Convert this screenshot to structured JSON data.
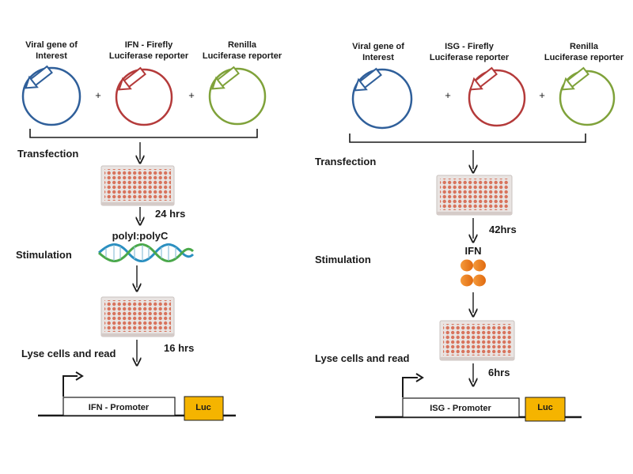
{
  "left_panel": {
    "plasmids": [
      {
        "label_line1": "Viral gene of",
        "label_line2": "Interest",
        "color": "#2f5f9a"
      },
      {
        "label_line1": "IFN - Firefly",
        "label_line2": "Luciferase reporter",
        "color": "#b43a3a"
      },
      {
        "label_line1": "Renilla",
        "label_line2": "Luciferase reporter",
        "color": "#7fa23a"
      }
    ],
    "plus_signs": [
      "+",
      "+"
    ],
    "transfection_label": "Transfection",
    "time_1": "24 hrs",
    "stimulant_label": "polyI:polyC",
    "stimulation_label": "Stimulation",
    "lyse_label": "Lyse cells and read",
    "time_2": "16 hrs",
    "promoter_label": "IFN - Promoter",
    "luc_label": "Luc"
  },
  "right_panel": {
    "plasmids": [
      {
        "label_line1": "Viral gene of",
        "label_line2": "Interest",
        "color": "#2f5f9a"
      },
      {
        "label_line1": "ISG - Firefly",
        "label_line2": "Luciferase reporter",
        "color": "#b43a3a"
      },
      {
        "label_line1": "Renilla",
        "label_line2": "Luciferase reporter",
        "color": "#7fa23a"
      }
    ],
    "plus_signs": [
      "+",
      "+"
    ],
    "transfection_label": "Transfection",
    "time_1": "42hrs",
    "stimulant_label": "IFN",
    "stimulation_label": "Stimulation",
    "lyse_label": "Lyse cells and read",
    "time_2": "6hrs",
    "promoter_label": "ISG - Promoter",
    "luc_label": "Luc"
  },
  "colors": {
    "plate_body": "#e9e4e2",
    "plate_well": "#d8735c",
    "luc_box": "#f5b400",
    "ifn_dot": "#e8751a",
    "helix_blue": "#2a8fc0",
    "helix_green": "#4aa84a"
  }
}
